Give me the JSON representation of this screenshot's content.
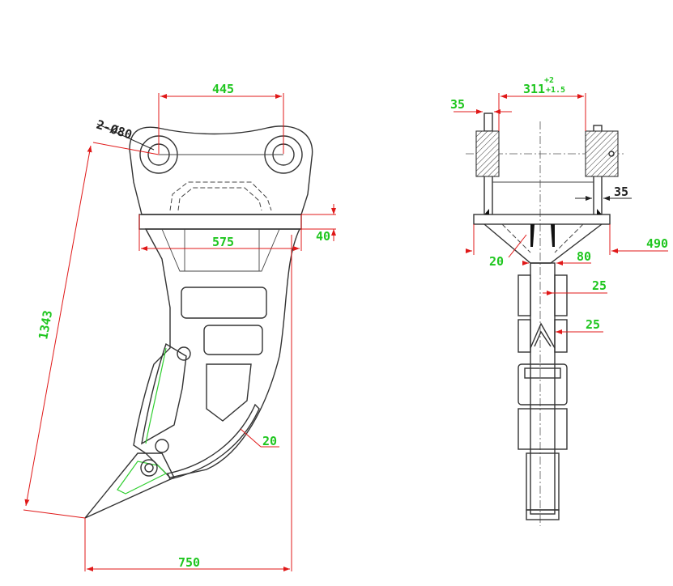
{
  "drawing": {
    "side_view": {
      "pin_holes_label": "2-Ø80",
      "pin_spacing": "445",
      "plate_width": "575",
      "plate_thickness": "40",
      "overall_height": "1343",
      "overall_width": "750",
      "wear_plate": "20"
    },
    "front_view": {
      "bracket_width_main": "311",
      "bracket_tol_upper": "+2",
      "bracket_tol_lower": "+1.5",
      "lug_width": "35",
      "lug_gap": "35",
      "base_width": "490",
      "gusset": "20",
      "shank_width": "80",
      "shank_upper": "25",
      "shank_lower": "25"
    }
  }
}
